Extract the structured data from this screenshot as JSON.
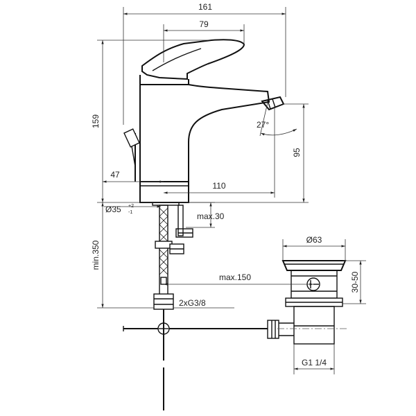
{
  "dimensions": {
    "overall_width": "161",
    "handle_reach": "79",
    "overall_height": "159",
    "spout_height": "95",
    "rear_offset": "47",
    "spout_reach": "110",
    "hole_diameter": "Ø35",
    "hole_tol_upper": "+2",
    "hole_tol_lower": "-1",
    "deck_thickness": "max.30",
    "hose_length": "min.350",
    "pull_rod": "max.150",
    "connections": "2xG3/8",
    "spout_angle": "27°",
    "waste_diameter": "Ø63",
    "waste_adjust": "30-50",
    "waste_thread": "G1 1/4"
  }
}
